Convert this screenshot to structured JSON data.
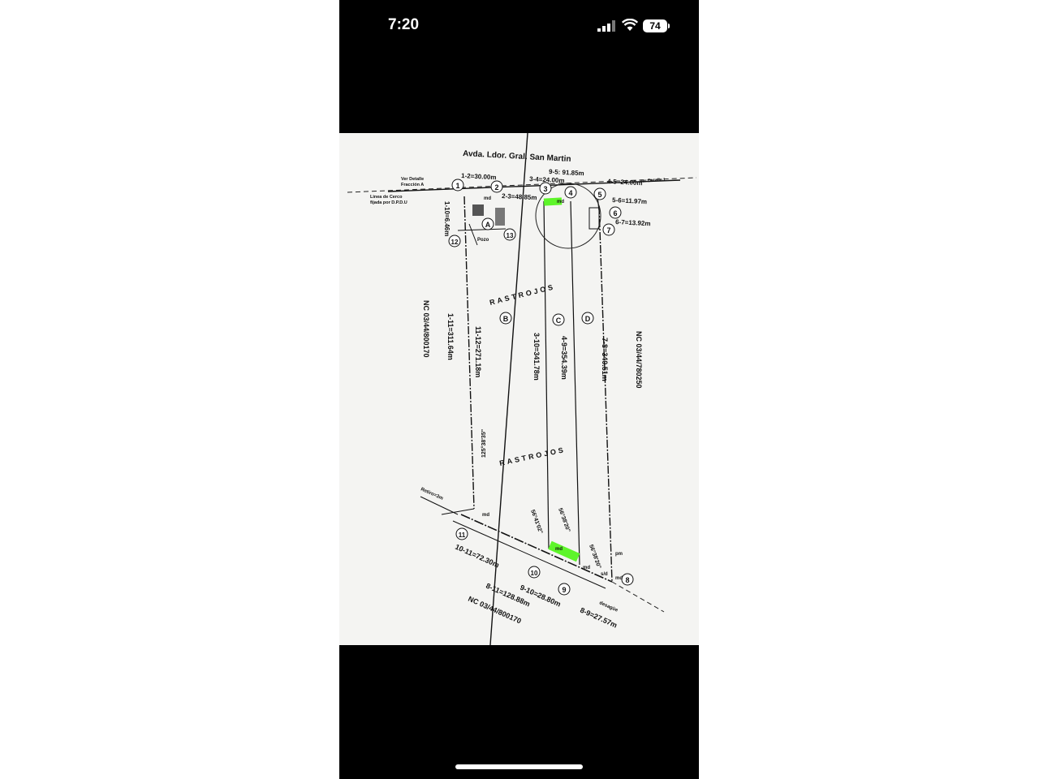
{
  "status_bar": {
    "time": "7:20",
    "battery": "74"
  },
  "plan": {
    "street": "Avda. Ldor. Gral. San Martin",
    "top_labels": {
      "d12": "1-2=30.00m",
      "d95": "9-5: 91.85m",
      "d34": "3-4=24.00m",
      "d45": "4-5=24.00m",
      "d23": "2-3=48.85m",
      "d56": "5-6=11.97m",
      "d67": "6-7=13.92m",
      "ver_detalle_left": "Ver Detalle",
      "fraccion": "Fracción A",
      "ver_detalle_right": "Ver Detalle I",
      "linea_cerco_1": "Linea de Cerco",
      "linea_cerco_2": "fijada por D.P.D.U",
      "pozo": "Pozo",
      "d110": "1-10=6.46m",
      "md": "md",
      "pm": "pm",
      "sd": "s/d"
    },
    "node_labels": [
      "1",
      "2",
      "3",
      "4",
      "5",
      "6",
      "7",
      "8",
      "9",
      "10",
      "11",
      "12",
      "13"
    ],
    "parcels": [
      "A",
      "B",
      "C",
      "D"
    ],
    "rastrojos": "RASTROJOS",
    "side_labels": {
      "nc_left": "NC 03/44/800170",
      "nc_right": "NC 03/44/780250",
      "d111": "1-11=311.64m",
      "d1112": "11-12=271.18m",
      "d310": "3-10=341.78m",
      "d49": "4-9=354.39m",
      "d78": "7-8=340.51m"
    },
    "angles": {
      "a1": "125°38'35\"",
      "a2": "56°41'02\"",
      "a3": "56°38'20\"",
      "a4": "56°38'20\""
    },
    "bottom_labels": {
      "retiro": "Retiro=3m",
      "desague": "desagüe",
      "d1011": "10-11=72.30m",
      "d811": "8-11=128.88m",
      "d910": "9-10=28.80m",
      "d89": "8-9=27.57m",
      "nc_bottom": "NC 03/44/800170"
    }
  },
  "colors": {
    "highlight": "#5ef52a",
    "paper": "#f4f4f2",
    "ink": "#111111"
  }
}
